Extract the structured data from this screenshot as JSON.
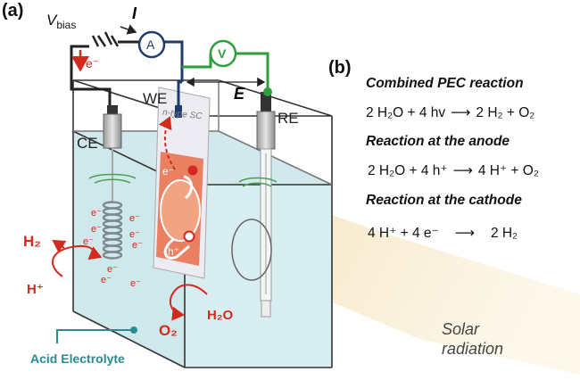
{
  "panels": {
    "a": "(a)",
    "b": "(b)"
  },
  "circuit": {
    "vbias": "V",
    "vbias_sub": "bias",
    "current": "I",
    "ammeter": "A",
    "voltmeter": "V",
    "field": "E",
    "electron_flow": "e⁻"
  },
  "electrodes": {
    "ce": "CE",
    "we": "WE",
    "re": "RE",
    "semiconductor": "n-type SC"
  },
  "cell": {
    "h2": "H₂",
    "hplus": "H⁺",
    "o2": "O₂",
    "h2o": "H₂O",
    "electrolyte": "Acid Electrolyte",
    "solar_line1": "Solar",
    "solar_line2": "radiation",
    "sc_electron": "e⁻",
    "sc_hole": "h⁺",
    "cathode_electrons": [
      "e⁻",
      "e⁻",
      "e⁻",
      "e⁻",
      "e⁻",
      "e⁻",
      "e⁻",
      "e⁻",
      "e⁻"
    ]
  },
  "reactions": {
    "combined_heading": "Combined PEC reaction",
    "combined": {
      "lhs": "2 H₂O + 4 hv",
      "rhs": "2 H₂ + O₂"
    },
    "anode_heading": "Reaction at the anode",
    "anode": {
      "lhs": "2 H₂O + 4 h⁺",
      "rhs": "4 H⁺ + O₂"
    },
    "cathode_heading": "Reaction at the cathode",
    "cathode": {
      "lhs": "4 H⁺ + 4 e⁻",
      "rhs": "2 H₂"
    },
    "arrow": "⟶"
  },
  "colors": {
    "red": "#d42a1e",
    "green": "#2e9e3e",
    "navy": "#1e3c6e",
    "water": "#d4ecef",
    "beam": "#f6e6b4",
    "sc_plate": "#e8785a",
    "electrolyte_label": "#2a8c92"
  }
}
